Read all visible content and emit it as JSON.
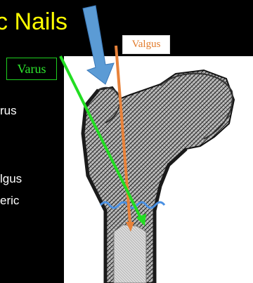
{
  "slide": {
    "title_fragment": "c Nails",
    "bullet_fragments": [
      "rus",
      "lgus",
      "eric"
    ]
  },
  "labels": {
    "varus": "Varus",
    "valgus": "Valgus"
  },
  "colors": {
    "background": "#000000",
    "title": "#ffff00",
    "varus": "#22dd22",
    "valgus": "#e8823a",
    "force_arrow": "#5b9bd5",
    "fracture_line": "#4a90e2"
  },
  "icons": {
    "force_arrow": "down-arrow-icon"
  }
}
